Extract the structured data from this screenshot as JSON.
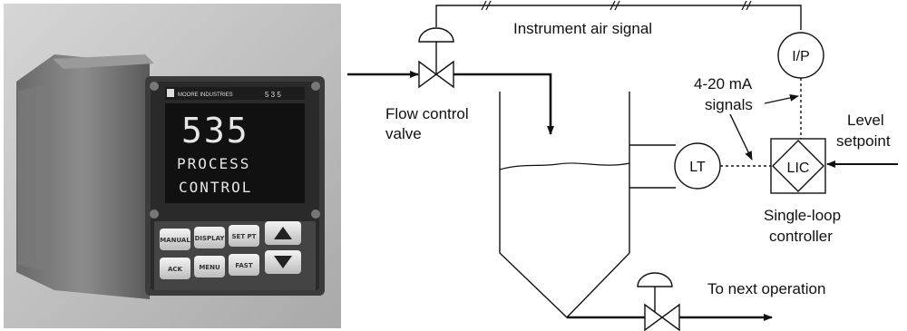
{
  "photo": {
    "brand": "MOORE INDUSTRIES",
    "model_tag": "5 3 5",
    "display": {
      "number": "535",
      "line1": "PROCESS",
      "line2": "CONTROL"
    },
    "keys": [
      "MANUAL",
      "DISPLAY",
      "SET PT",
      "ACK",
      "MENU",
      "FAST"
    ]
  },
  "diagram": {
    "instrument_air_signal": "Instrument air signal",
    "ip_converter": "I/P",
    "signals_line1": "4-20 mA",
    "signals_line2": "signals",
    "flow_control_valve_line1": "Flow control",
    "flow_control_valve_line2": "valve",
    "level_transmitter": "LT",
    "level_controller": "LIC",
    "level_setpoint_line1": "Level",
    "level_setpoint_line2": "setpoint",
    "controller_line1": "Single-loop",
    "controller_line2": "controller",
    "to_next_operation": "To next operation"
  }
}
